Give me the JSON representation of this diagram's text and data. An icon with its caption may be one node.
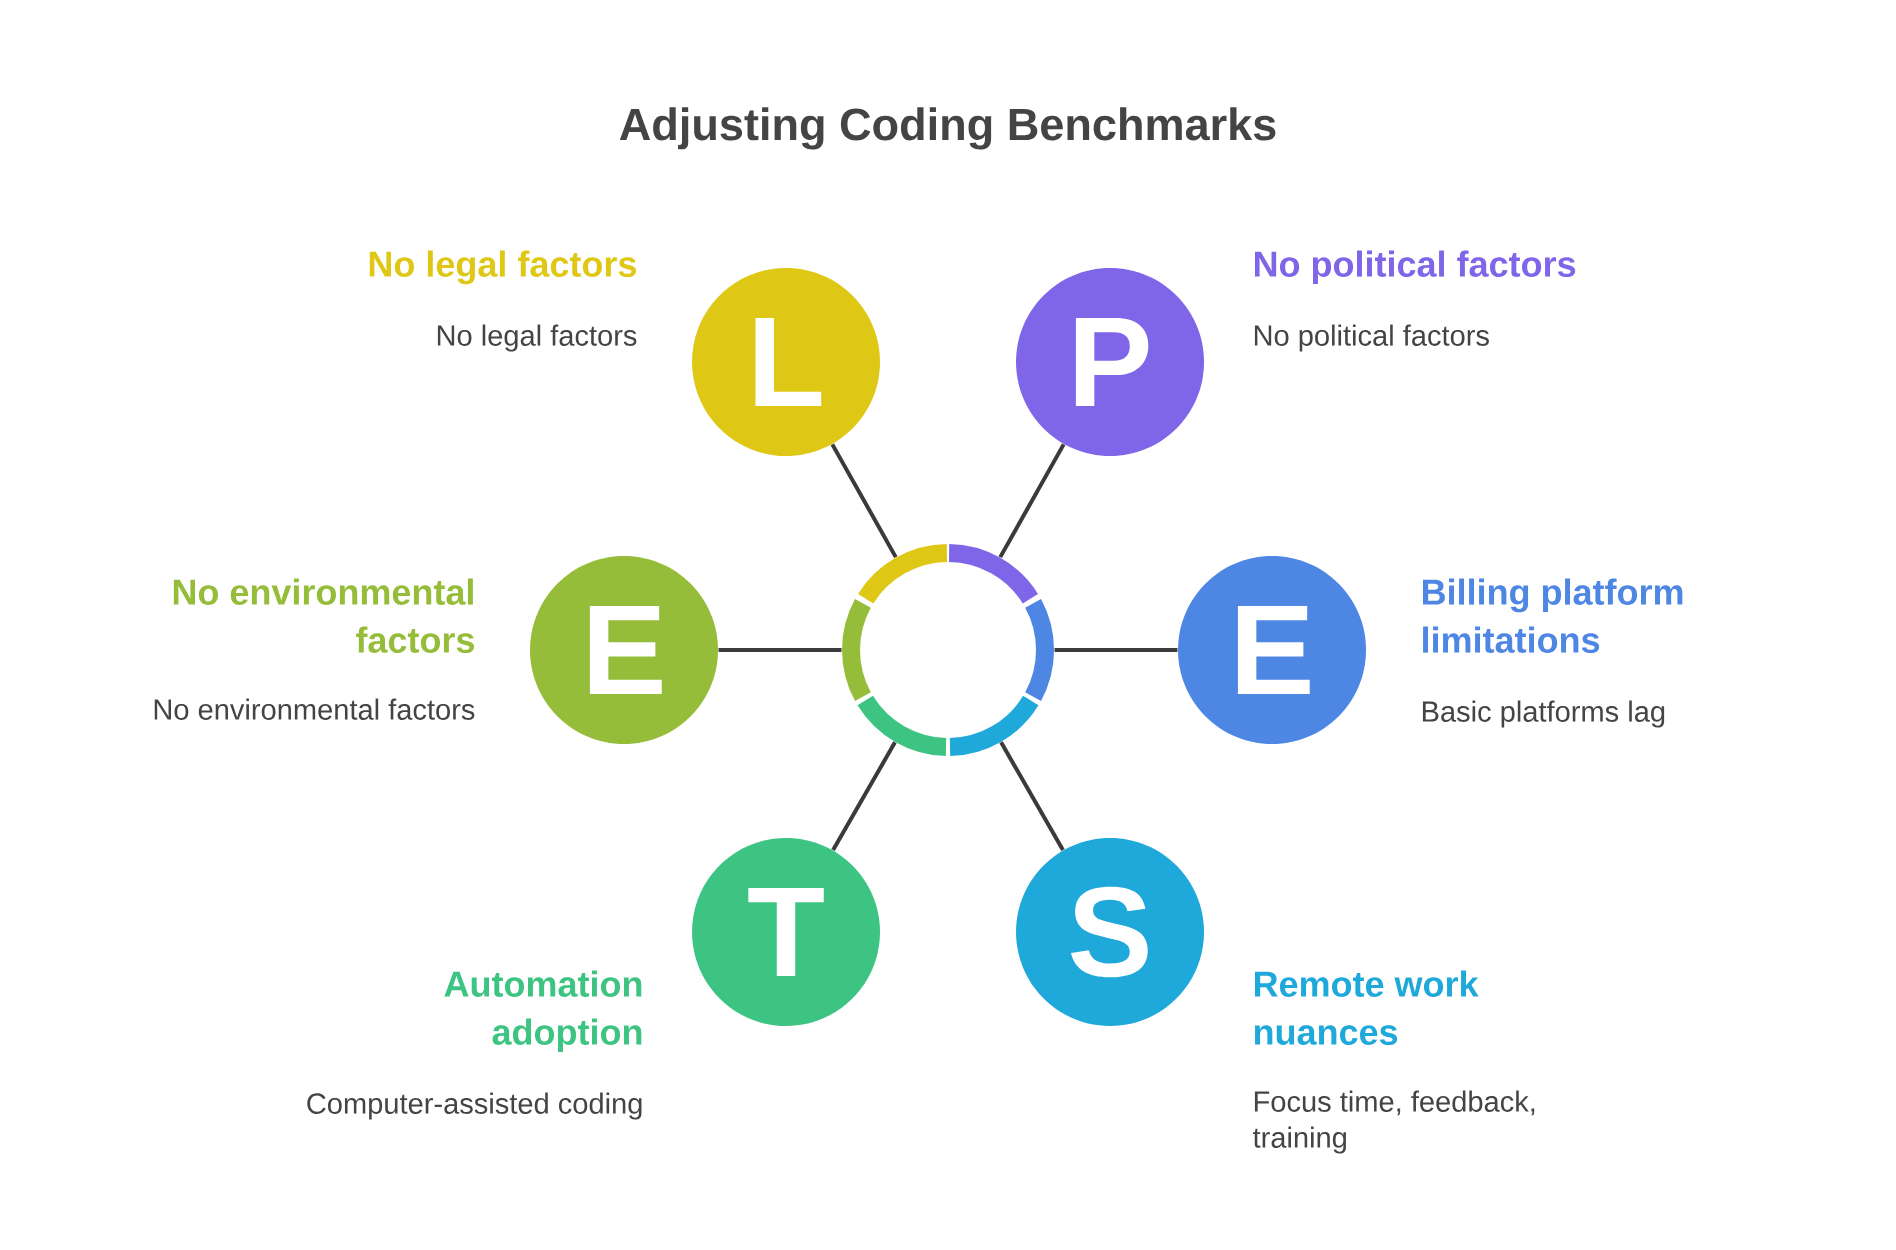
{
  "diagram": {
    "title": "Adjusting Coding Benchmarks",
    "nodes": [
      {
        "text": [],
        "shape": "ring"
      },
      {
        "text": [
          "L"
        ],
        "beside": [
          "No legal factors",
          "No legal factors"
        ]
      },
      {
        "text": [
          "P"
        ],
        "beside": [
          "No political factors",
          "No political factors"
        ]
      },
      {
        "text": [
          "E"
        ],
        "beside": [
          "No environmental factors",
          "No environmental factors"
        ]
      },
      {
        "text": [
          "E"
        ],
        "beside": [
          "Billing platform limitations",
          "Basic platforms lag"
        ]
      },
      {
        "text": [
          "T"
        ],
        "beside": [
          "Automation adoption",
          "Computer-assisted coding"
        ]
      },
      {
        "text": [
          "S"
        ],
        "beside": [
          "Remote work nuances",
          "Focus time, feedback, training"
        ]
      }
    ],
    "edges": [
      {
        "from": 0,
        "to": 1,
        "arrow": "none"
      },
      {
        "from": 0,
        "to": 2,
        "arrow": "none"
      },
      {
        "from": 0,
        "to": 3,
        "arrow": "none"
      },
      {
        "from": 0,
        "to": 4,
        "arrow": "none"
      },
      {
        "from": 0,
        "to": 5,
        "arrow": "none"
      },
      {
        "from": 0,
        "to": 6,
        "arrow": "none"
      }
    ]
  }
}
